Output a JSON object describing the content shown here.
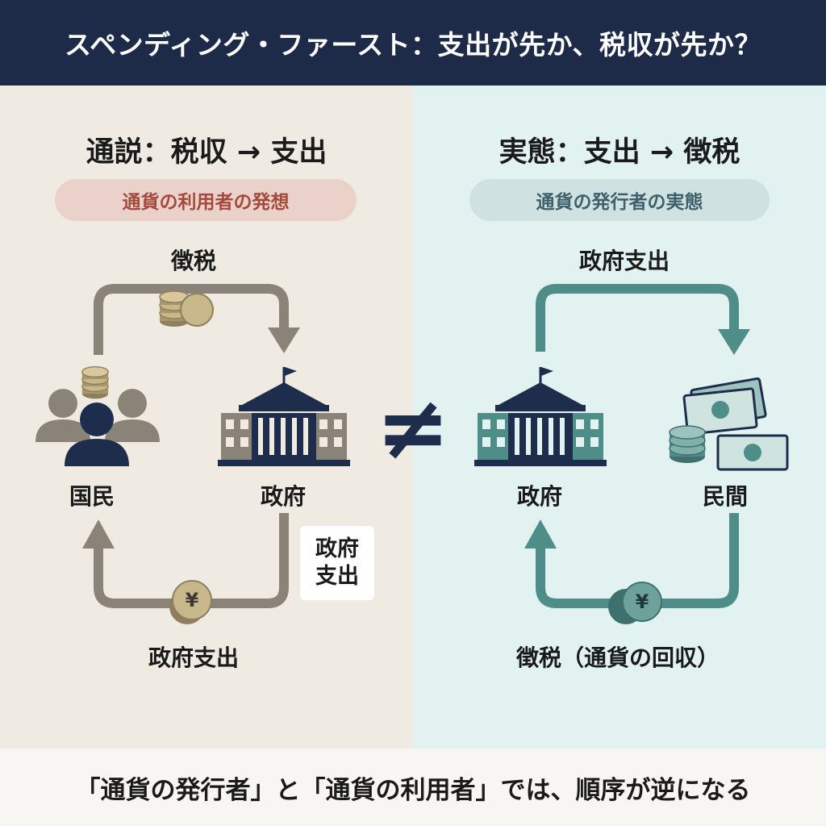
{
  "title": "スペンディング・ファースト：支出が先か、税収が先か？",
  "left": {
    "heading": "通説：税収 → 支出",
    "subtitle": "通貨の利用者の発想",
    "top_flow_label": "徴税",
    "node_people": "国民",
    "node_government": "政府",
    "bottom_flow_label": "政府支出",
    "side_box_line1": "政府",
    "side_box_line2": "支出",
    "currency_symbol": "¥",
    "accent_color": "#8a8478"
  },
  "not_equal_sign": "≠",
  "right": {
    "heading": "実態：支出 → 徴税",
    "subtitle": "通貨の発行者の実態",
    "top_flow_label": "政府支出",
    "node_government": "政府",
    "node_private": "民間",
    "bottom_flow_label": "徴税（通貨の回収）",
    "currency_symbol": "¥",
    "accent_color": "#4e8d88"
  },
  "footer": "「通貨の発行者」と「通貨の利用者」では、順序が逆になる"
}
